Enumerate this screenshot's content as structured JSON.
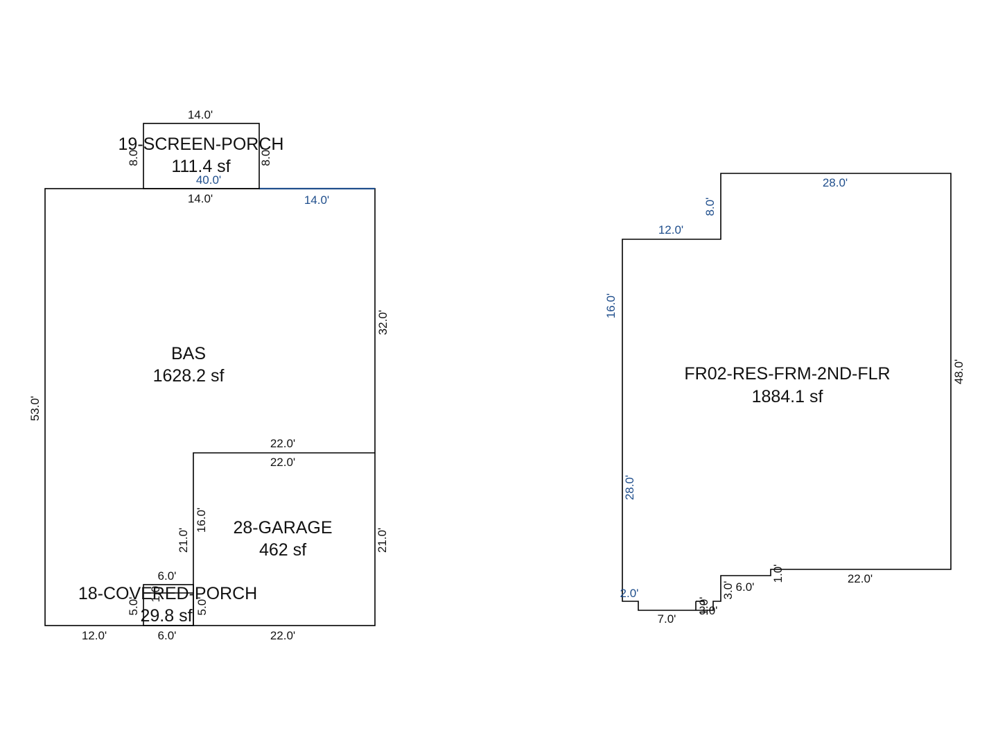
{
  "colors": {
    "line": "#000000",
    "accent": "#1f4e8c",
    "background": "#ffffff"
  },
  "sketch1": {
    "bas": {
      "name": "BAS",
      "area": "1628.2 sf"
    },
    "screen_porch": {
      "name": "19-SCREEN-PORCH",
      "area": "111.4 sf"
    },
    "garage": {
      "name": "28-GARAGE",
      "area": "462 sf"
    },
    "covered_porch": {
      "name": "18-COVERED-PORCH",
      "area": "29.8 sf"
    },
    "dims": {
      "porch_top": "14.0'",
      "porch_left": "8.0'",
      "porch_right": "8.0'",
      "overall_top": "40.0'",
      "bas_top_left": "14.0'",
      "bas_top_right": "14.0'",
      "bas_right": "32.0'",
      "bas_left": "53.0'",
      "garage_top_outer": "22.0'",
      "garage_top_inner": "22.0'",
      "garage_left_outer": "21.0'",
      "garage_left_inner": "16.0'",
      "garage_right": "21.0'",
      "garage_bottom": "22.0'",
      "cp_top": "6.0'",
      "cp_left": "5.0'",
      "cp_right": "5.0'",
      "cp_bottom": "6.0'",
      "cp_small": "1.0'",
      "bottom_left": "12.0'"
    }
  },
  "sketch2": {
    "area_name": "FR02-RES-FRM-2ND-FLR",
    "area": "1884.1 sf",
    "dims": {
      "top": "28.0'",
      "step_vertical": "8.0'",
      "step_horizontal": "12.0'",
      "left_upper": "16.0'",
      "left_lower": "28.0'",
      "right": "48.0'",
      "bottom_right": "22.0'",
      "jog_1": "1.0'",
      "jog_6": "6.0'",
      "jog_3_vertical": "3.0'",
      "jog_3_horizontal": "3.0'",
      "jog_1_small": "1.0'",
      "bottom_7": "7.0'",
      "jog_2": "2.0'"
    }
  }
}
